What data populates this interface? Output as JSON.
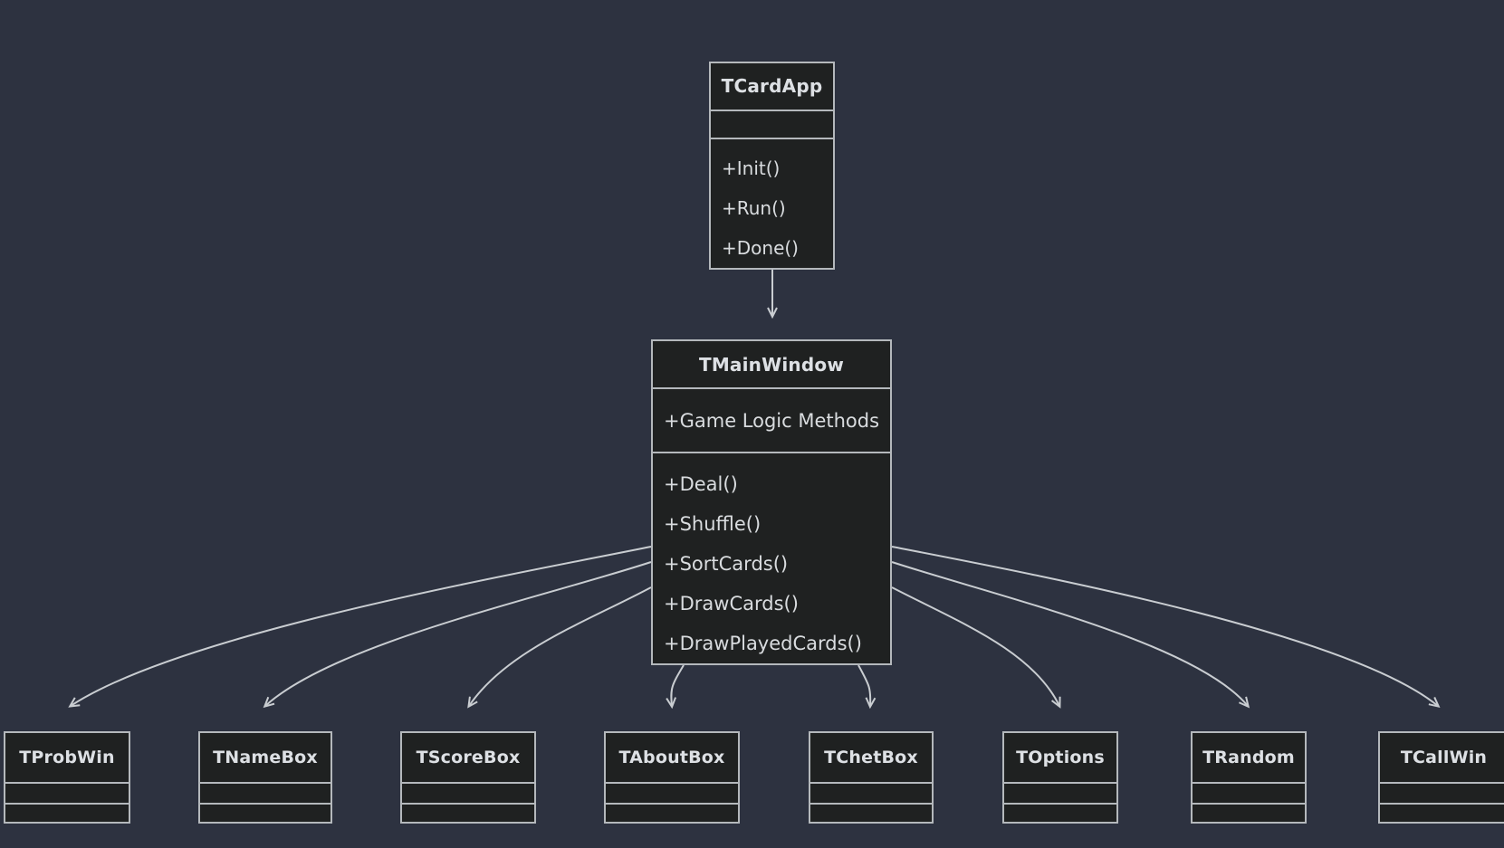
{
  "diagram": {
    "kind": "uml-class-diagram",
    "background_color": "#2d3240",
    "box_fill_color": "#1f2121",
    "box_border_color": "#b4b8bc",
    "text_color": "#dde0e4"
  },
  "classes": {
    "tcardapp": {
      "name": "TCardApp",
      "attributes": [],
      "methods": [
        "+Init()",
        "+Run()",
        "+Done()"
      ]
    },
    "tmainwindow": {
      "name": "TMainWindow",
      "attributes": [
        "+Game Logic Methods"
      ],
      "methods": [
        "+Deal()",
        "+Shuffle()",
        "+SortCards()",
        "+DrawCards()",
        "+DrawPlayedCards()"
      ]
    },
    "leaves": [
      {
        "name": "TProbWin"
      },
      {
        "name": "TNameBox"
      },
      {
        "name": "TScoreBox"
      },
      {
        "name": "TAboutBox"
      },
      {
        "name": "TChetBox"
      },
      {
        "name": "TOptions"
      },
      {
        "name": "TRandom"
      },
      {
        "name": "TCallWin"
      }
    ]
  }
}
